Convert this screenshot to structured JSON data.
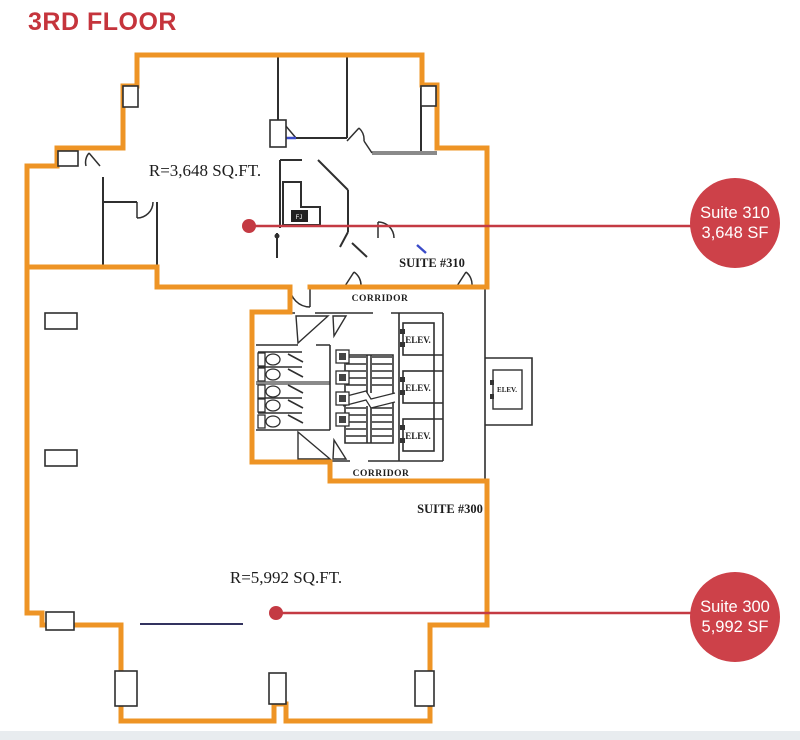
{
  "title": "3RD FLOOR",
  "colors": {
    "outline_orange": "#ee9425",
    "wall_dark": "#2f2f2f",
    "wall_gray": "#8a8a8a",
    "door_blue": "#3a4bc8",
    "callout_red": "#c43a43",
    "badge_red": "#cd4149",
    "title_red": "#c5343c"
  },
  "plan": {
    "suite_310": {
      "name": "SUITE #310",
      "area_label": "R=3,648 SQ.FT."
    },
    "suite_300": {
      "name": "SUITE #300",
      "area_label": "R=5,992 SQ.FT."
    },
    "corridor_top": "CORRIDOR",
    "corridor_bottom": "CORRIDOR",
    "elevators": [
      "ELEV.",
      "ELEV.",
      "ELEV.",
      "ELEV."
    ],
    "closet_label": "FJ"
  },
  "callouts": [
    {
      "suite": "Suite 310",
      "area": "3,648 SF"
    },
    {
      "suite": "Suite 300",
      "area": "5,992 SF"
    }
  ]
}
